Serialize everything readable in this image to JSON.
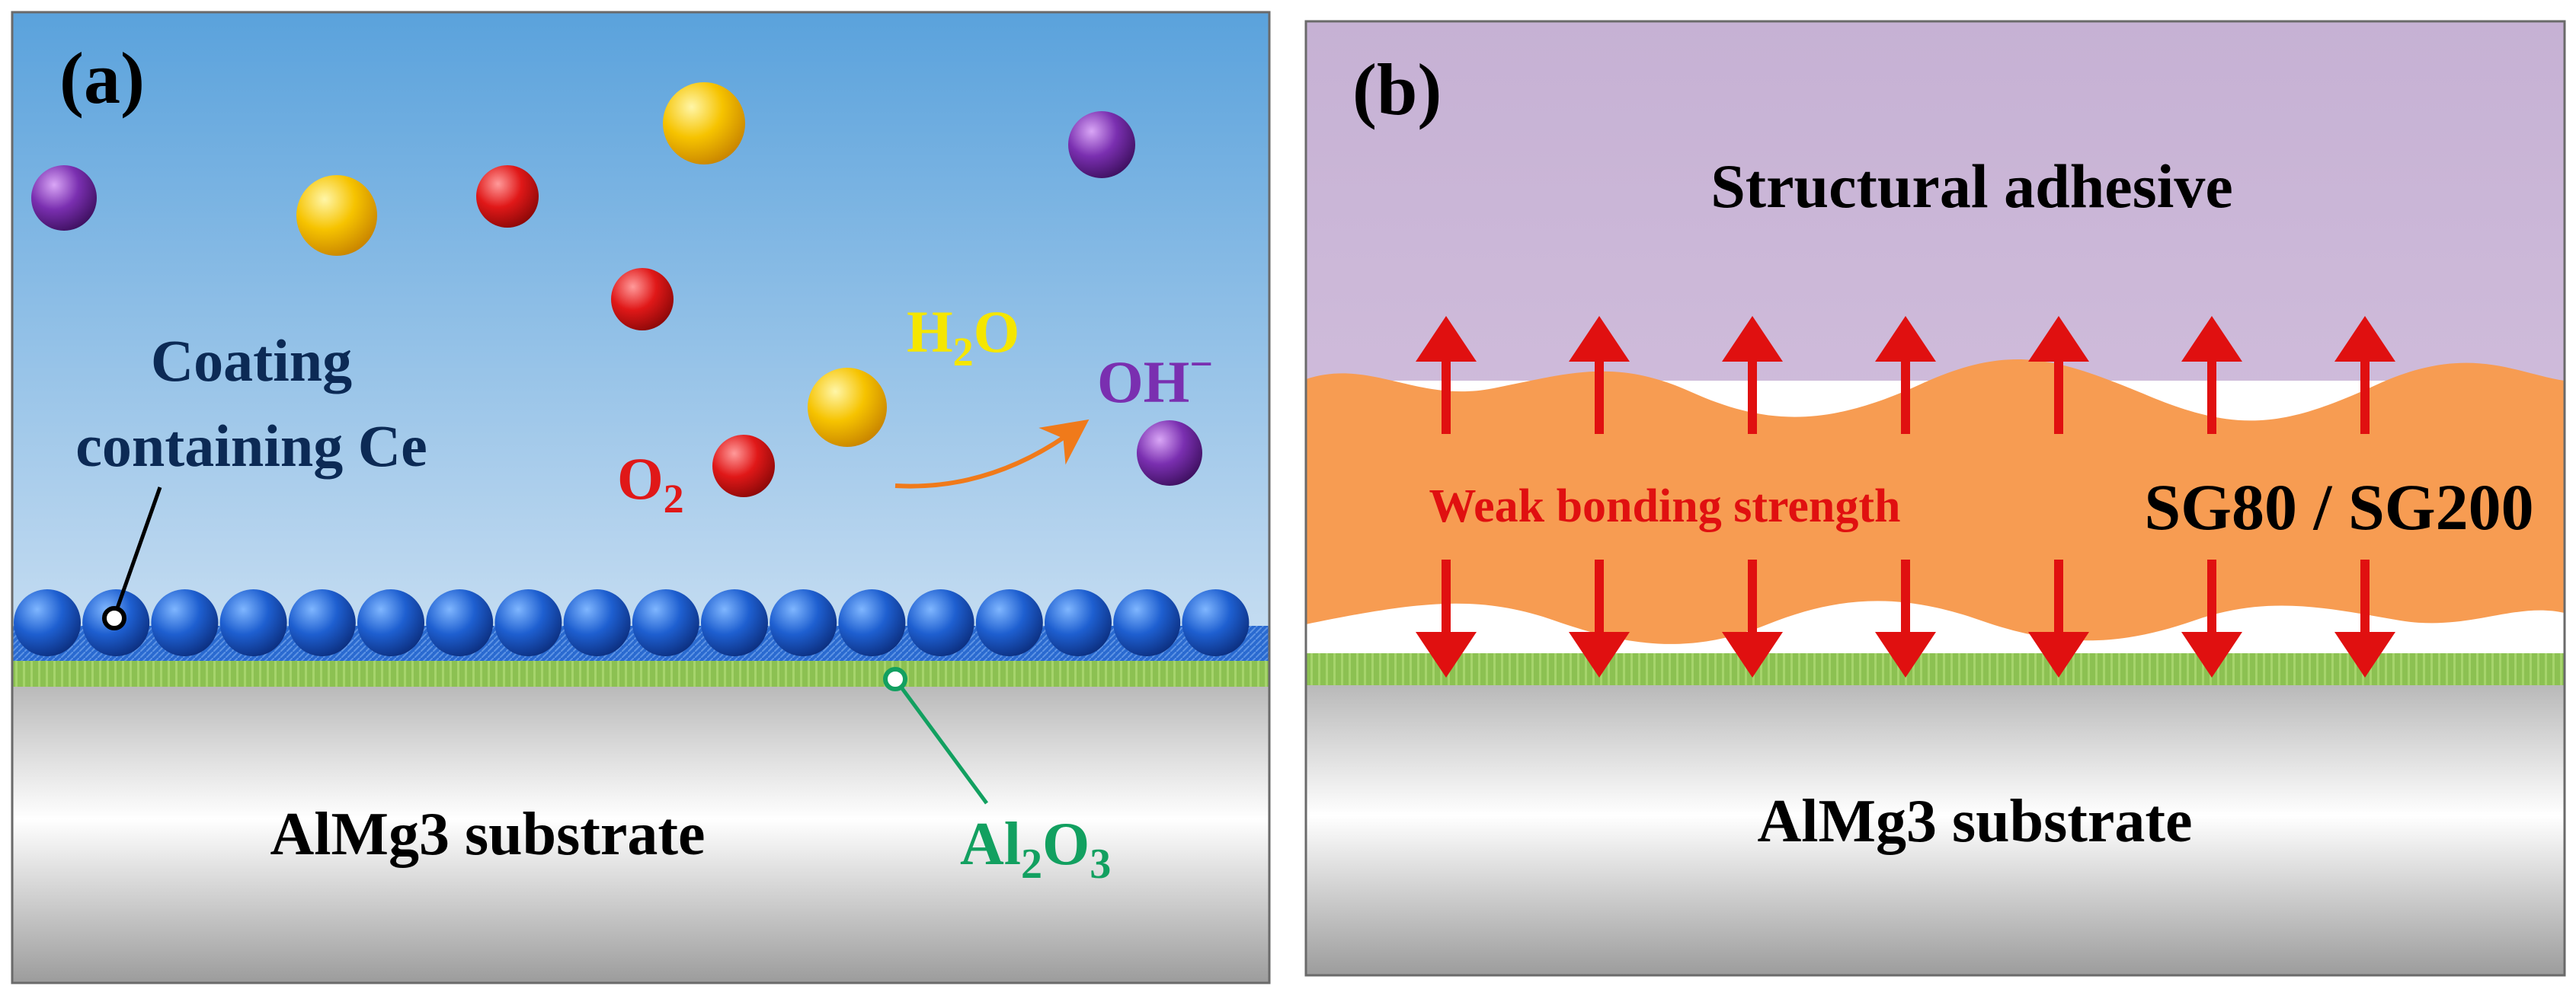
{
  "panel_a": {
    "label": "(a)",
    "coating_label_line1": "Coating",
    "coating_label_line2": "containing Ce",
    "h2o_label": "H",
    "h2o_sub": "2",
    "h2o_tail": "O",
    "o2_label": "O",
    "o2_sub": "2",
    "oh_label": "OH",
    "oh_sup": "−",
    "substrate_label": "AlMg3 substrate",
    "oxide_label": "Al",
    "oxide_sub1": "2",
    "oxide_mid": "O",
    "oxide_sub2": "3",
    "colors": {
      "coating_sphere": "#1f5fd0",
      "water_sphere": "#f5c400",
      "oxygen_sphere": "#e01818",
      "hydroxide_sphere": "#7a2fb0",
      "oxide_layer": "#8cc152",
      "oxide_label": "#12a060",
      "arrow": "#f07a1a"
    }
  },
  "panel_b": {
    "label": "(b)",
    "adhesive_label": "Structural adhesive",
    "weak_bond_label": "Weak bonding strength",
    "coating_grade_label": "SG80 / SG200",
    "substrate_label": "AlMg3 substrate",
    "colors": {
      "adhesive": "#cfb7da",
      "coating_layer": "#f79c52",
      "arrow": "#e01010",
      "oxide_layer": "#8cc152"
    }
  }
}
